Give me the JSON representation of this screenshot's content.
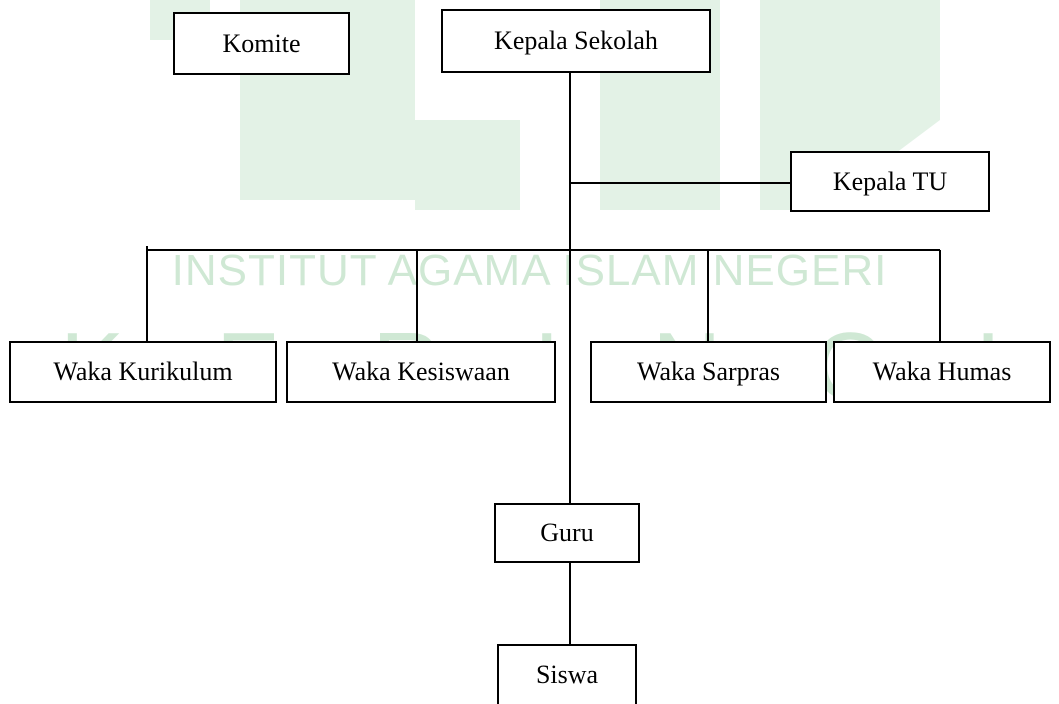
{
  "watermark": {
    "line1": "INSTITUT AGAMA ISLAM NEGERI",
    "line2": "KERINCI",
    "color": "#cfe8d4"
  },
  "org": {
    "komite": "Komite",
    "kepala_sekolah": "Kepala Sekolah",
    "kepala_tu": "Kepala TU",
    "waka_kurikulum": "Waka Kurikulum",
    "waka_kesiswaan": "Waka Kesiswaan",
    "waka_sarpras": "Waka Sarpras",
    "waka_humas": "Waka Humas",
    "guru": "Guru",
    "siswa": "Siswa"
  },
  "colors": {
    "line": "#000000",
    "box_border": "#000000",
    "background": "#ffffff"
  }
}
